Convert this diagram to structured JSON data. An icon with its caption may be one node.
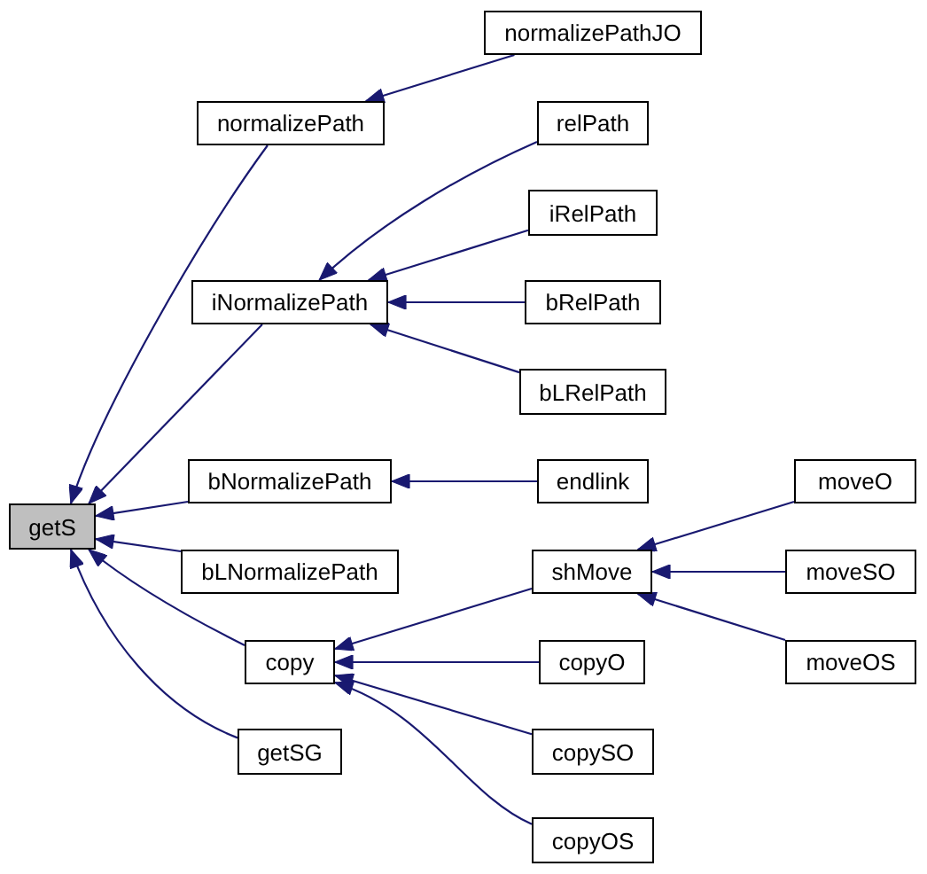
{
  "diagram": {
    "nodes": [
      {
        "text": [
          "getS"
        ]
      },
      {
        "text": [
          "normalizePath"
        ]
      },
      {
        "text": [
          "iNormalizePath"
        ]
      },
      {
        "text": [
          "bNormalizePath"
        ]
      },
      {
        "text": [
          "bLNormalizePath"
        ]
      },
      {
        "text": [
          "copy"
        ]
      },
      {
        "text": [
          "getSG"
        ]
      },
      {
        "text": [
          "normalizePathJO"
        ]
      },
      {
        "text": [
          "relPath"
        ]
      },
      {
        "text": [
          "iRelPath"
        ]
      },
      {
        "text": [
          "bRelPath"
        ]
      },
      {
        "text": [
          "bLRelPath"
        ]
      },
      {
        "text": [
          "endlink"
        ]
      },
      {
        "text": [
          "shMove"
        ]
      },
      {
        "text": [
          "copyO"
        ]
      },
      {
        "text": [
          "copySO"
        ]
      },
      {
        "text": [
          "copyOS"
        ]
      },
      {
        "text": [
          "moveO"
        ]
      },
      {
        "text": [
          "moveSO"
        ]
      },
      {
        "text": [
          "moveOS"
        ]
      }
    ],
    "edges": [
      {
        "from": 1,
        "to": 0,
        "arrow": "to"
      },
      {
        "from": 2,
        "to": 0,
        "arrow": "to"
      },
      {
        "from": 3,
        "to": 0,
        "arrow": "to"
      },
      {
        "from": 4,
        "to": 0,
        "arrow": "to"
      },
      {
        "from": 5,
        "to": 0,
        "arrow": "to"
      },
      {
        "from": 6,
        "to": 0,
        "arrow": "to"
      },
      {
        "from": 7,
        "to": 1,
        "arrow": "to"
      },
      {
        "from": 8,
        "to": 2,
        "arrow": "to"
      },
      {
        "from": 9,
        "to": 2,
        "arrow": "to"
      },
      {
        "from": 10,
        "to": 2,
        "arrow": "to"
      },
      {
        "from": 11,
        "to": 2,
        "arrow": "to"
      },
      {
        "from": 12,
        "to": 3,
        "arrow": "to"
      },
      {
        "from": 13,
        "to": 5,
        "arrow": "to"
      },
      {
        "from": 14,
        "to": 5,
        "arrow": "to"
      },
      {
        "from": 15,
        "to": 5,
        "arrow": "to"
      },
      {
        "from": 16,
        "to": 5,
        "arrow": "to"
      },
      {
        "from": 17,
        "to": 13,
        "arrow": "to"
      },
      {
        "from": 18,
        "to": 13,
        "arrow": "to"
      },
      {
        "from": 19,
        "to": 13,
        "arrow": "to"
      }
    ]
  }
}
